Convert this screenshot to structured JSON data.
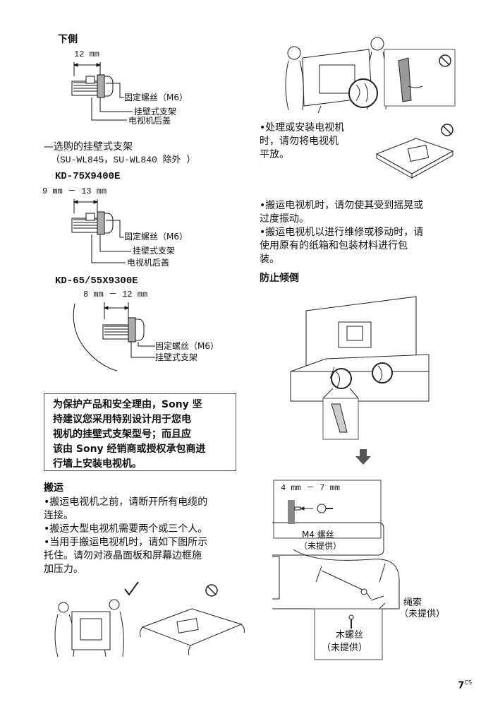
{
  "left": {
    "lower_heading": "下側",
    "dim1": "12 mm",
    "fig1_labels": [
      "固定螺丝（M6）",
      "挂壁式支架",
      "电视机后盖"
    ],
    "optional_bracket": "—选购的挂壁式支架",
    "optional_bracket_note": "（SU-WL845，SU-WL840 除外 ）",
    "model1": "KD-75X9400E",
    "dim2": "9 mm － 13 mm",
    "fig2_labels": [
      "固定螺丝（M6）",
      "挂壁式支架",
      "电视机后盖"
    ],
    "model2": "KD-65/55X9300E",
    "dim3": "8 mm － 12 mm",
    "fig3_labels": [
      "固定螺丝（M6）",
      "挂壁式支架"
    ],
    "notice_lines": [
      "为保护产品和安全理由，Sony 坚",
      "持建议您采用特别设计用于您电",
      "视机的挂壁式支架型号；而且应",
      "该由 Sony 经销商或授权承包商进",
      "行墙上安装电视机。"
    ],
    "carry_heading": "搬运",
    "carry_lines": [
      "•搬运电视机之前，请断开所有电缆的",
      "  连接。",
      "•搬运大型电视机需要两个或三个人。",
      "•当用手搬运电视机时，请如下图所示",
      "  托住。请勿对液晶面板和屏幕边框施",
      "  加压力。"
    ]
  },
  "right": {
    "flat_lines": [
      "•处理或安装电视机",
      "  时，请勿将电视机",
      "  平放。"
    ],
    "vibration_lines": [
      "•搬运电视机时，请勿使其受到摇晃或",
      "  过度振动。",
      "•搬运电视机以进行维修或移动时，请",
      "  使用原有的纸箱和包装材料进行包",
      "  装。"
    ],
    "prevent_heading": "防止倾倒",
    "dim4": "4 mm － 7 mm",
    "m4_screw": "M4 螺丝",
    "m4_note": "（未提供）",
    "cord": "绳索",
    "cord_note": "（未提供）",
    "wood_screw": "木螺丝",
    "wood_note": "（未提供）"
  },
  "page_number": "7",
  "page_suffix": "CS"
}
